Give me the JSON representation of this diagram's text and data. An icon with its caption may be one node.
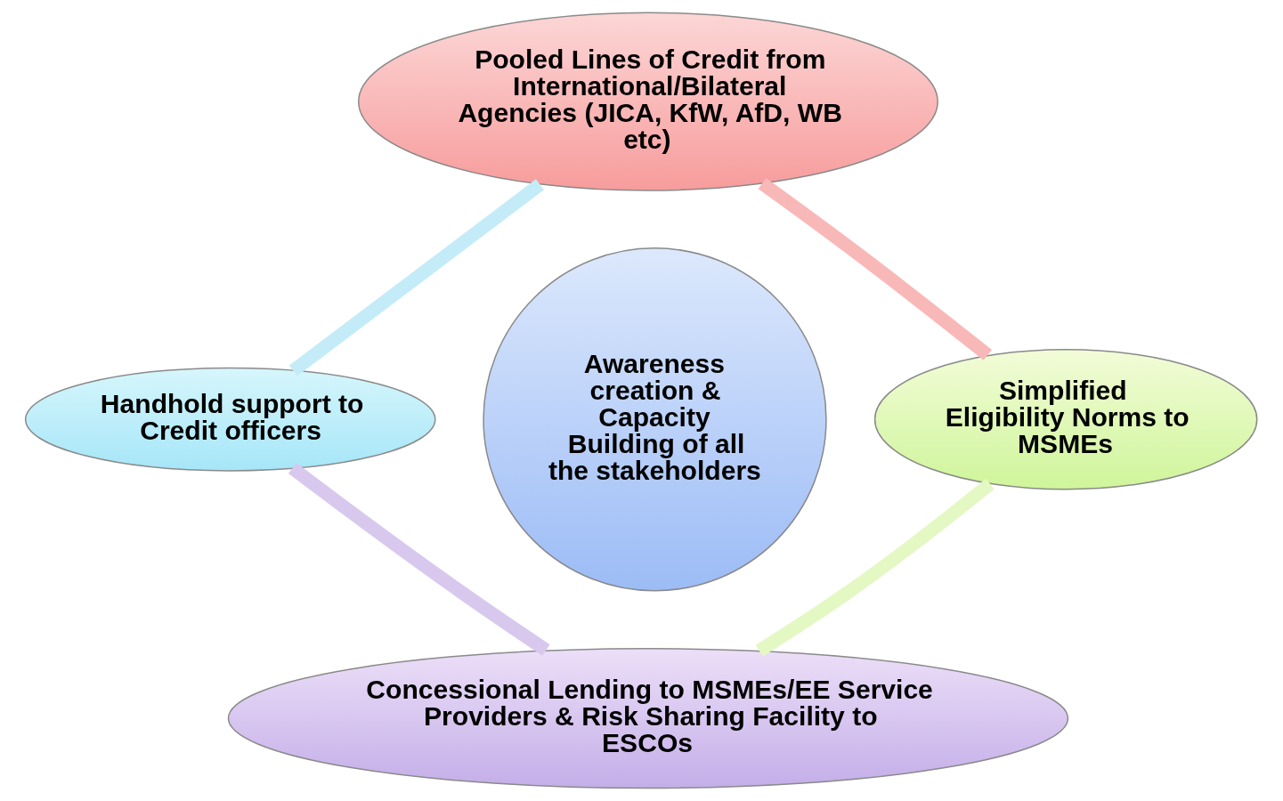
{
  "diagram": {
    "nodes": [
      {
        "text": [
          "Pooled Lines of Credit from International/Bilateral Agencies (JICA, KfW, AfD, WB etc)"
        ]
      },
      {
        "text": [
          "Handhold support to Credit officers"
        ]
      },
      {
        "text": [
          "Awareness creation & Capacity Building of all the stakeholders"
        ]
      },
      {
        "text": [
          "Simplified  Eligibility Norms to MSMEs"
        ]
      },
      {
        "text": [
          "Concessional Lending to MSMEs/EE Service Providers & Risk Sharing Facility to ESCOs"
        ]
      }
    ],
    "edges": [
      {
        "from": 0,
        "to": 3,
        "arrow": "none",
        "color": "#f9b8b8"
      },
      {
        "from": 3,
        "to": 4,
        "arrow": "none",
        "color": "#e4f8c4"
      },
      {
        "from": 4,
        "to": 1,
        "arrow": "none",
        "color": "#d8c8ee"
      },
      {
        "from": 1,
        "to": 0,
        "arrow": "none",
        "color": "#c4ecf8"
      }
    ]
  }
}
